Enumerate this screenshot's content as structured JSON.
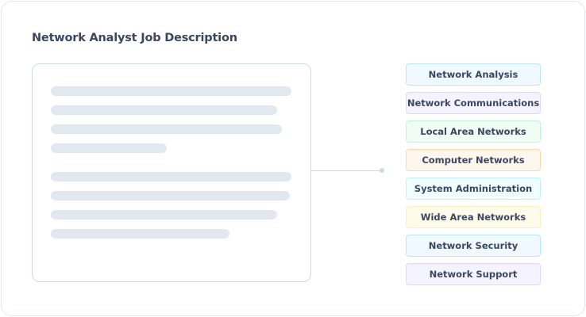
{
  "title": "Network Analyst Job Description",
  "tags": [
    {
      "label": "Network Analysis",
      "bg": "#f0f9ff",
      "border": "#bae6fd"
    },
    {
      "label": "Network Communications",
      "bg": "#f5f3ff",
      "border": "#ddd6fe"
    },
    {
      "label": "Local Area Networks",
      "bg": "#f0fdf4",
      "border": "#bbf7d0"
    },
    {
      "label": "Computer Networks",
      "bg": "#fff7ed",
      "border": "#fed7aa"
    },
    {
      "label": "System Administration",
      "bg": "#f0feff",
      "border": "#bdf2fb"
    },
    {
      "label": "Wide Area Networks",
      "bg": "#fffbeb",
      "border": "#fdefc0"
    },
    {
      "label": "Network Security",
      "bg": "#f0f9ff",
      "border": "#bae6fd"
    },
    {
      "label": "Network Support",
      "bg": "#f5f3ff",
      "border": "#ddd6fe"
    }
  ]
}
